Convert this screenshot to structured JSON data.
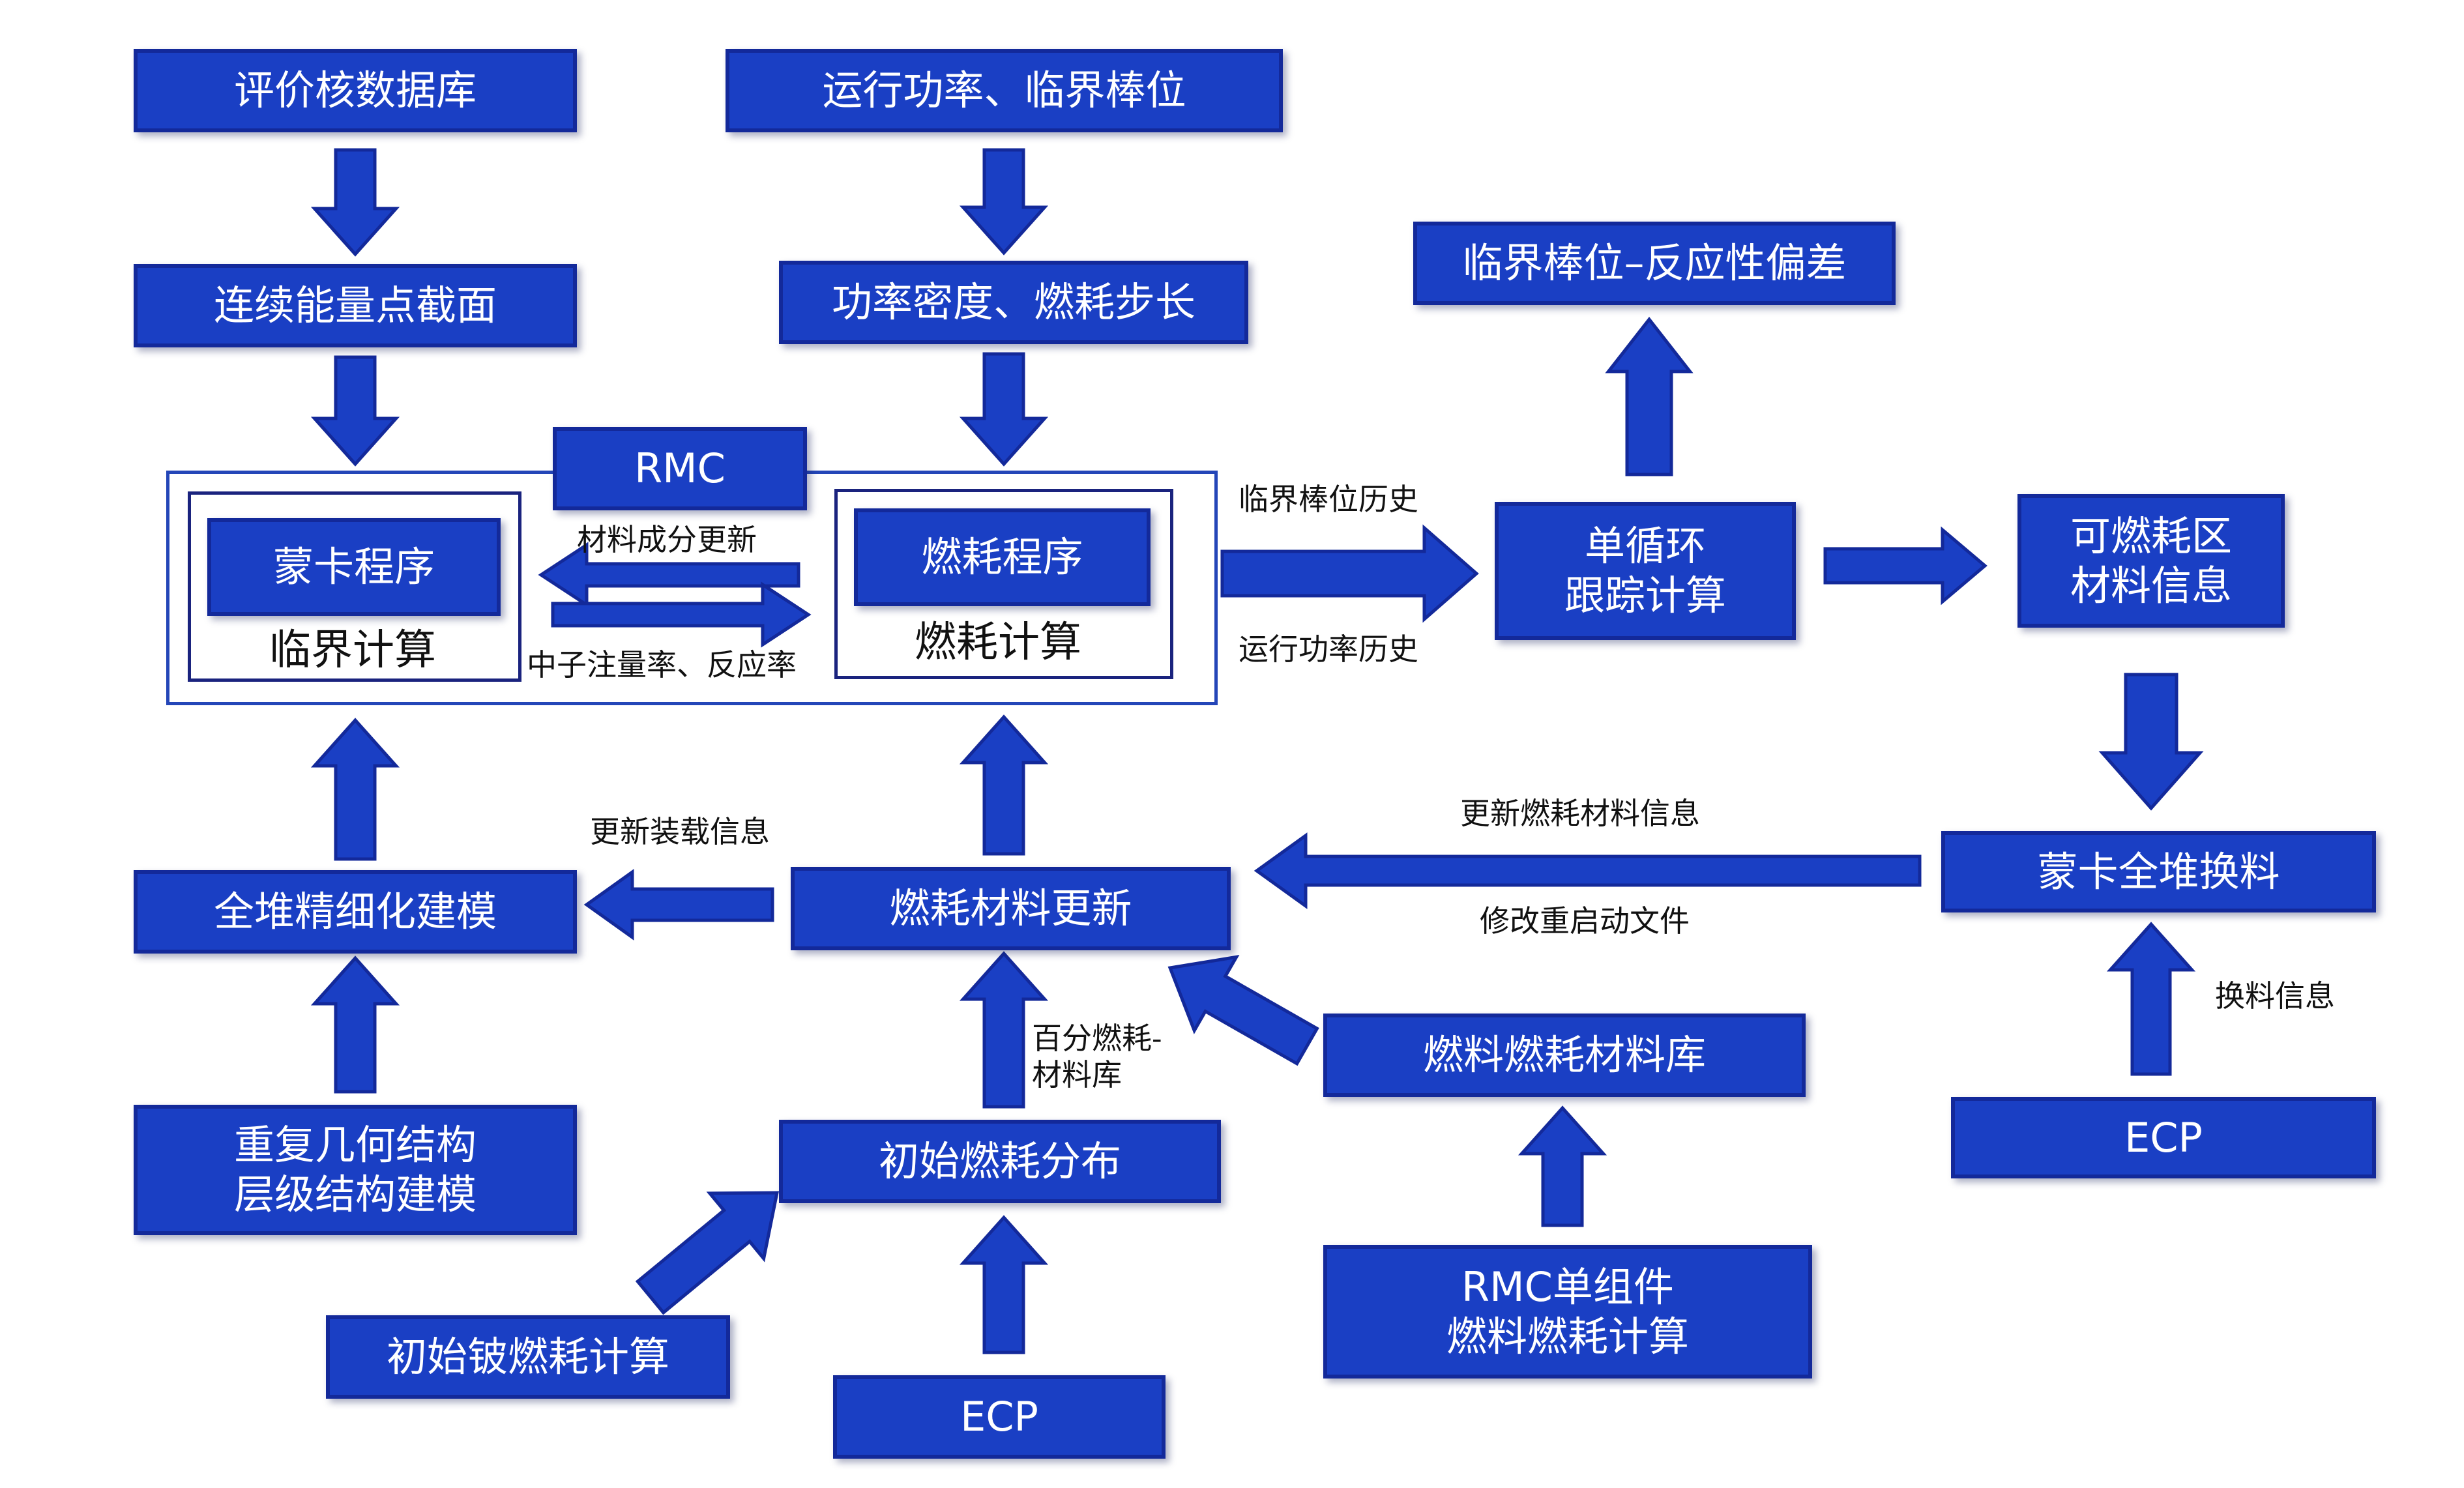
{
  "colors": {
    "box_fill": "#1a3fc4",
    "box_border": "#13299a",
    "frame_border": "#2446b8"
  },
  "nodes": {
    "eval_db": "评价核数据库",
    "power_rod": "运行功率、临界棒位",
    "continuous_xs": "连续能量点截面",
    "power_density": "功率密度、燃耗步长",
    "critical_rod_dev": "临界棒位–反应性偏差",
    "rmc": "RMC",
    "mc_program": "蒙卡程序",
    "critical_calc": "临界计算",
    "burnup_program": "燃耗程序",
    "burnup_calc": "燃耗计算",
    "single_cycle": "单循环\n跟踪计算",
    "burnable_zone": "可燃耗区\n材料信息",
    "mc_core_refuel": "蒙卡全堆换料",
    "full_core_model": "全堆精细化建模",
    "burnup_update": "燃耗材料更新",
    "fuel_burnup_lib": "燃料燃耗材料库",
    "repeat_geom": "重复几何结构\n层级结构建模",
    "initial_burnup_dist": "初始燃耗分布",
    "initial_be_burnup": "初始铍燃耗计算",
    "ecp_bottom": "ECP",
    "rmc_single_assembly": "RMC单组件\n燃料燃耗计算",
    "ecp_right": "ECP"
  },
  "labels": {
    "material_update": "材料成分更新",
    "neutron_flux": "中子注量率、反应率",
    "critical_rod_history": "临界棒位历史",
    "power_history": "运行功率历史",
    "update_loading": "更新装载信息",
    "update_burnup_info": "更新燃耗材料信息",
    "modify_restart": "修改重启动文件",
    "percent_burnup_lib": "百分燃耗-\n材料库",
    "refuel_info": "换料信息"
  },
  "arrows": [
    {
      "from": "eval_db",
      "to": "continuous_xs"
    },
    {
      "from": "continuous_xs",
      "to": "mc_program"
    },
    {
      "from": "power_rod",
      "to": "power_density"
    },
    {
      "from": "power_density",
      "to": "burnup_program"
    },
    {
      "from": "burnup_program",
      "to": "mc_program",
      "label": "material_update"
    },
    {
      "from": "mc_program",
      "to": "burnup_program",
      "label": "neutron_flux"
    },
    {
      "from": "burnup_calc",
      "to": "single_cycle",
      "label": "critical_rod_history"
    },
    {
      "from": "single_cycle",
      "to": "critical_rod_dev"
    },
    {
      "from": "single_cycle",
      "to": "burnable_zone"
    },
    {
      "from": "burnable_zone",
      "to": "mc_core_refuel"
    },
    {
      "from": "ecp_right",
      "to": "mc_core_refuel",
      "label": "refuel_info"
    },
    {
      "from": "mc_core_refuel",
      "to": "burnup_update",
      "label": "update_burnup_info"
    },
    {
      "from": "burnup_update",
      "to": "full_core_model",
      "label": "update_loading"
    },
    {
      "from": "burnup_update",
      "to": "burnup_program"
    },
    {
      "from": "full_core_model",
      "to": "mc_program"
    },
    {
      "from": "repeat_geom",
      "to": "full_core_model"
    },
    {
      "from": "initial_burnup_dist",
      "to": "burnup_update",
      "label": "percent_burnup_lib"
    },
    {
      "from": "fuel_burnup_lib",
      "to": "burnup_update"
    },
    {
      "from": "rmc_single_assembly",
      "to": "fuel_burnup_lib"
    },
    {
      "from": "initial_be_burnup",
      "to": "initial_burnup_dist"
    },
    {
      "from": "ecp_bottom",
      "to": "initial_burnup_dist"
    }
  ]
}
